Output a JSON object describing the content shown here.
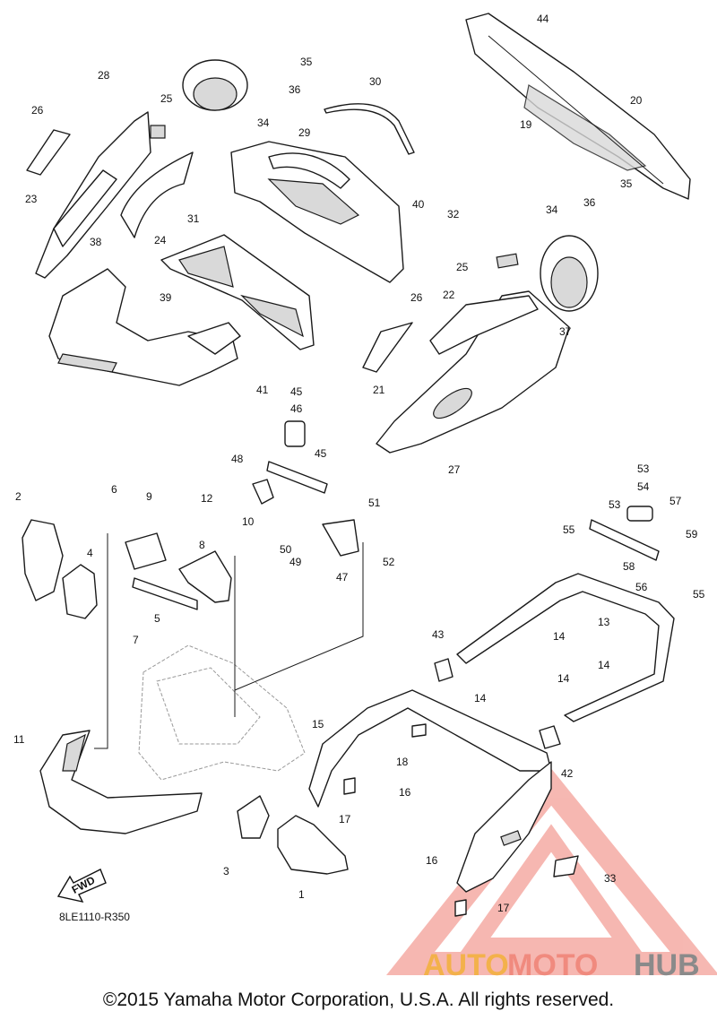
{
  "diagram_code": "8LE1110-R350",
  "fwd_label": "FWD",
  "copyright": "©2015 Yamaha Motor Corporation, U.S.A. All rights reserved.",
  "watermark": {
    "part1": "AUTO",
    "part2": "MOTO",
    "part3": "HUB",
    "color1": "#f3b14b",
    "color2": "#f08a7e",
    "color3": "#8a8a8a",
    "triangle_color": "#ef7d72"
  },
  "callouts": [
    "1",
    "2",
    "3",
    "4",
    "5",
    "6",
    "7",
    "8",
    "9",
    "10",
    "11",
    "12",
    "13",
    "14",
    "15",
    "16",
    "17",
    "18",
    "19",
    "20",
    "21",
    "22",
    "23",
    "24",
    "25",
    "26",
    "27",
    "28",
    "29",
    "30",
    "31",
    "32",
    "33",
    "34",
    "35",
    "36",
    "37",
    "38",
    "39",
    "40",
    "41",
    "42",
    "43",
    "44",
    "45",
    "46",
    "47",
    "48",
    "49",
    "50",
    "51",
    "52",
    "53",
    "54",
    "55",
    "56",
    "57",
    "58",
    "59"
  ]
}
